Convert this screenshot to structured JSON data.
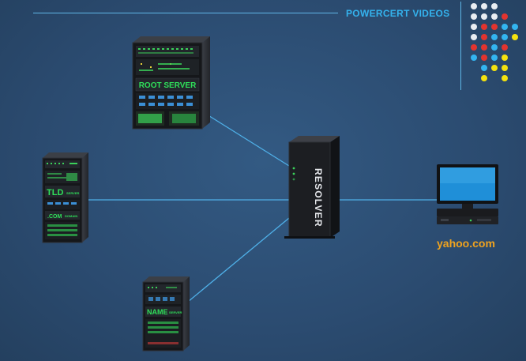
{
  "brand": {
    "title": "POWERCERT VIDEOS"
  },
  "nodes": {
    "root": {
      "label": "ROOT SERVER"
    },
    "tld": {
      "label": "TLD",
      "sub_label": "SERVER",
      "domain": ".COM",
      "domain_sub": "DOMAIN"
    },
    "name": {
      "label": "NAME",
      "sub_label": "SERVER"
    },
    "resolver": {
      "label": "RESOLVER"
    },
    "client": {
      "label": "yahoo.com"
    }
  },
  "colors": {
    "background": "#2c4d72",
    "link": "#4fb0e8",
    "brand": "#34b3ee",
    "server_text": "#2fe05a",
    "client_label": "#f0a31e",
    "dot_white": "#e9edf2",
    "dot_red": "#e3342f",
    "dot_blue": "#33b5f0",
    "dot_yellow": "#f4e20f"
  },
  "dot_grid": [
    [
      "white",
      "white",
      "white",
      "empty",
      "empty"
    ],
    [
      "white",
      "white",
      "white",
      "red",
      "empty"
    ],
    [
      "white",
      "red",
      "red",
      "blue",
      "blue"
    ],
    [
      "white",
      "red",
      "blue",
      "blue",
      "yellow"
    ],
    [
      "red",
      "red",
      "blue",
      "red",
      "empty"
    ],
    [
      "blue",
      "red",
      "blue",
      "yellow",
      "empty"
    ],
    [
      "empty",
      "blue",
      "yellow",
      "yellow",
      "empty"
    ],
    [
      "empty",
      "yellow",
      "empty",
      "yellow",
      "empty"
    ]
  ]
}
